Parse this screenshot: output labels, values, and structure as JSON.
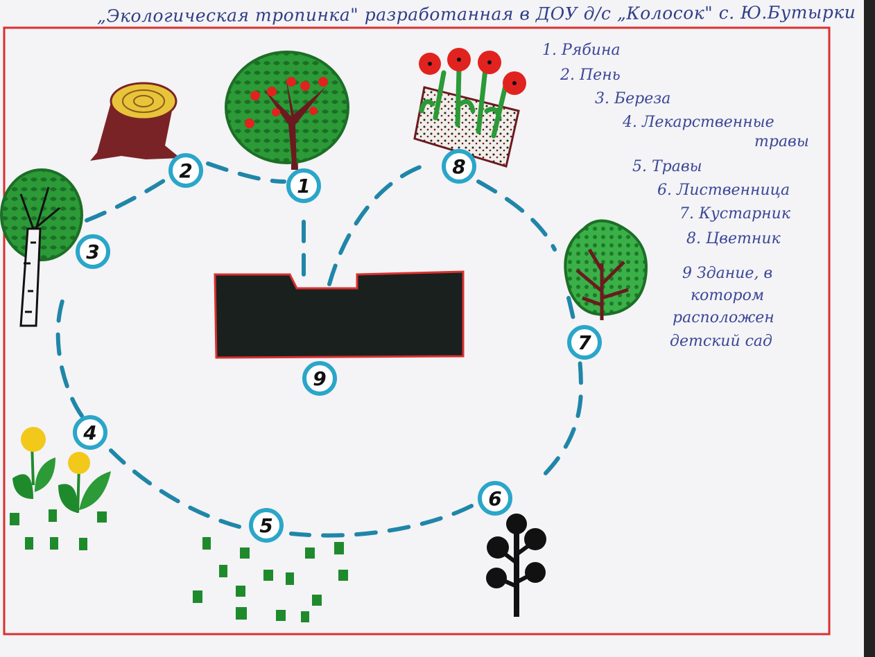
{
  "title": "„Экологическая тропинка\" разработанная в ДОУ д/с „Колосок\" с. Ю.Бутырки",
  "legend": [
    {
      "num": "1.",
      "text": "Рябина"
    },
    {
      "num": "2.",
      "text": "Пень"
    },
    {
      "num": "3.",
      "text": "Береза"
    },
    {
      "num": "4.",
      "text": "Лекарственные",
      "cont": "травы"
    },
    {
      "num": "5.",
      "text": "Травы"
    },
    {
      "num": "6.",
      "text": "Лиственница"
    },
    {
      "num": "7.",
      "text": "Кустарник"
    },
    {
      "num": "8.",
      "text": "Цветник"
    },
    {
      "num": "9",
      "text": "Здание, в",
      "cont_lines": [
        "котором",
        "расположен",
        "детский сад"
      ]
    }
  ],
  "markers": [
    "1",
    "2",
    "3",
    "4",
    "5",
    "6",
    "7",
    "8",
    "9"
  ],
  "colors": {
    "frame": "#d9302f",
    "path": "#1f86a8",
    "marker_ring": "#2aa6c9",
    "ink": "#3a4796",
    "building": "#1a201e",
    "leaf": "#1f8a2c",
    "trunk": "#6b1a1f",
    "flower_red": "#e0231f",
    "flower_yellow": "#f2c81b"
  },
  "icons": [
    "rowan-tree-icon",
    "stump-icon",
    "birch-tree-icon",
    "medicinal-herbs-icon",
    "grass-icon",
    "larch-icon",
    "shrub-icon",
    "flowerbed-icon",
    "building-icon"
  ]
}
